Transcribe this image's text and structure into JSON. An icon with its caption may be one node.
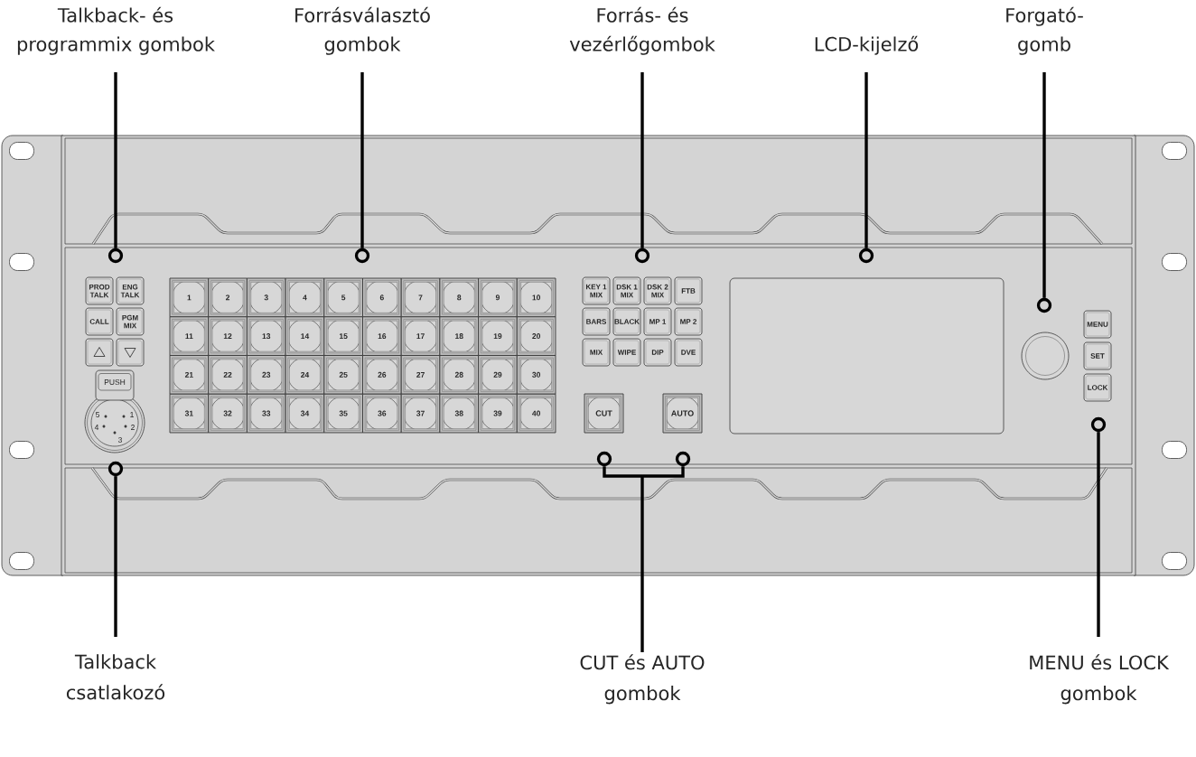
{
  "diagram": {
    "nodes": [
      {
        "text": [
          "Talkback- és programmix gombok"
        ]
      },
      {
        "text": [
          "Forrásválasztó gombok"
        ]
      },
      {
        "text": [
          "Forrás- és vezérlőgombok"
        ]
      },
      {
        "text": [
          "LCD-kijelző"
        ]
      },
      {
        "text": [
          "Forgató- gomb"
        ]
      },
      {
        "text": [],
        "shape": "circle"
      },
      {
        "text": [],
        "shape": "circle"
      },
      {
        "text": [],
        "shape": "circle"
      },
      {
        "text": [],
        "shape": "circle"
      },
      {
        "text": [],
        "shape": "circle"
      },
      {
        "text": [
          "PROD TALK"
        ]
      },
      {
        "text": [
          "ENG TALK"
        ]
      },
      {
        "text": [
          "CALL"
        ]
      },
      {
        "text": [
          "PGM MIX"
        ]
      },
      {
        "text": [],
        "shape": "box"
      },
      {
        "text": [],
        "shape": "box"
      },
      {
        "text": [
          "PUSH"
        ]
      },
      {
        "text": [
          "1"
        ]
      },
      {
        "text": [
          "2"
        ]
      },
      {
        "text": [
          "3"
        ]
      },
      {
        "text": [
          "4"
        ]
      },
      {
        "text": [
          "5"
        ]
      },
      {
        "text": [
          "6"
        ]
      },
      {
        "text": [
          "7"
        ]
      },
      {
        "text": [
          "8"
        ]
      },
      {
        "text": [
          "9"
        ]
      },
      {
        "text": [
          "10"
        ]
      },
      {
        "text": [
          "11"
        ]
      },
      {
        "text": [
          "12"
        ]
      },
      {
        "text": [
          "13"
        ]
      },
      {
        "text": [
          "14"
        ]
      },
      {
        "text": [
          "15"
        ]
      },
      {
        "text": [
          "16"
        ]
      },
      {
        "text": [
          "17"
        ]
      },
      {
        "text": [
          "18"
        ]
      },
      {
        "text": [
          "19"
        ]
      },
      {
        "text": [
          "20"
        ]
      },
      {
        "text": [
          "21"
        ]
      },
      {
        "text": [
          "22"
        ]
      },
      {
        "text": [
          "23"
        ]
      },
      {
        "text": [
          "24"
        ]
      },
      {
        "text": [
          "25"
        ]
      },
      {
        "text": [
          "26"
        ]
      },
      {
        "text": [
          "27"
        ]
      },
      {
        "text": [
          "28"
        ]
      },
      {
        "text": [
          "29"
        ]
      },
      {
        "text": [
          "30"
        ]
      },
      {
        "text": [
          "31"
        ]
      },
      {
        "text": [
          "32"
        ]
      },
      {
        "text": [
          "33"
        ]
      },
      {
        "text": [
          "34"
        ]
      },
      {
        "text": [
          "35"
        ]
      },
      {
        "text": [
          "36"
        ]
      },
      {
        "text": [
          "37"
        ]
      },
      {
        "text": [
          "38"
        ]
      },
      {
        "text": [
          "39"
        ]
      },
      {
        "text": [
          "40"
        ]
      },
      {
        "text": [
          "KEY 1 MIX"
        ]
      },
      {
        "text": [
          "DSK 1 MIX"
        ]
      },
      {
        "text": [
          "DSK 2 MIX"
        ]
      },
      {
        "text": [
          "FTB"
        ]
      },
      {
        "text": [
          "BARS"
        ]
      },
      {
        "text": [
          "BLACK"
        ]
      },
      {
        "text": [
          "MP 1"
        ]
      },
      {
        "text": [
          "MP 2"
        ]
      },
      {
        "text": [
          "MIX"
        ]
      },
      {
        "text": [
          "WIPE"
        ]
      },
      {
        "text": [
          "DIP"
        ]
      },
      {
        "text": [
          "DVE"
        ]
      },
      {
        "text": [
          "CUT"
        ]
      },
      {
        "text": [
          "AUTO"
        ]
      },
      {
        "text": [
          "MENU"
        ]
      },
      {
        "text": [
          "SET"
        ]
      },
      {
        "text": [
          "LOCK"
        ]
      },
      {
        "text": [],
        "shape": "circle"
      },
      {
        "text": [],
        "shape": "circle"
      },
      {
        "text": [],
        "shape": "circle"
      },
      {
        "text": [],
        "shape": "circle"
      },
      {
        "text": [
          "Talkback csatlakozó"
        ]
      },
      {
        "text": [
          "CUT és AUTO gombok"
        ]
      },
      {
        "text": [
          "MENU és LOCK gombok"
        ]
      }
    ],
    "edges": [
      {
        "from": 0,
        "to": 5,
        "arrow": "none"
      },
      {
        "from": 1,
        "to": 6,
        "arrow": "none"
      },
      {
        "from": 2,
        "to": 7,
        "arrow": "none"
      },
      {
        "from": 3,
        "to": 8,
        "arrow": "none"
      },
      {
        "from": 4,
        "to": 9,
        "arrow": "none"
      },
      {
        "from": 78,
        "to": 75,
        "arrow": "none"
      },
      {
        "from": 79,
        "to": 76,
        "arrow": "none"
      },
      {
        "from": 79,
        "to": 77,
        "arrow": "none"
      },
      {
        "from": 80,
        "to": 74,
        "arrow": "none"
      }
    ],
    "labels": [
      "5",
      "1",
      "4",
      "2",
      "3"
    ]
  }
}
